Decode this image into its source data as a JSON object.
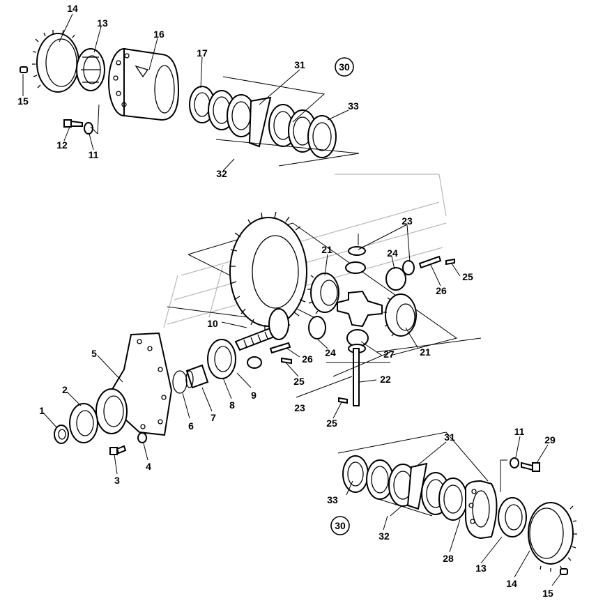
{
  "callouts": {
    "c1": "1",
    "c2": "2",
    "c3": "3",
    "c4": "4",
    "c5": "5",
    "c6": "6",
    "c7": "7",
    "c8": "8",
    "c9": "9",
    "c10": "10",
    "c11a": "11",
    "c11b": "11",
    "c12": "12",
    "c13a": "13",
    "c13b": "13",
    "c14a": "14",
    "c14b": "14",
    "c15a": "15",
    "c15b": "15",
    "c16": "16",
    "c17": "17",
    "c21a": "21",
    "c21b": "21",
    "c22": "22",
    "c23a": "23",
    "c23b": "23",
    "c24a": "24",
    "c24b": "24",
    "c25a": "25",
    "c25b": "25",
    "c25c": "25",
    "c26a": "26",
    "c26b": "26",
    "c27": "27",
    "c28": "28",
    "c29": "29",
    "c31a": "31",
    "c31b": "31",
    "c32a": "32",
    "c32b": "32",
    "c33a": "33",
    "c33b": "33"
  },
  "references": {
    "ref_top": "30",
    "ref_bottom": "30"
  },
  "colors": {
    "ink": "#000000",
    "paper": "#ffffff",
    "watermark": "#b8b8b8"
  }
}
